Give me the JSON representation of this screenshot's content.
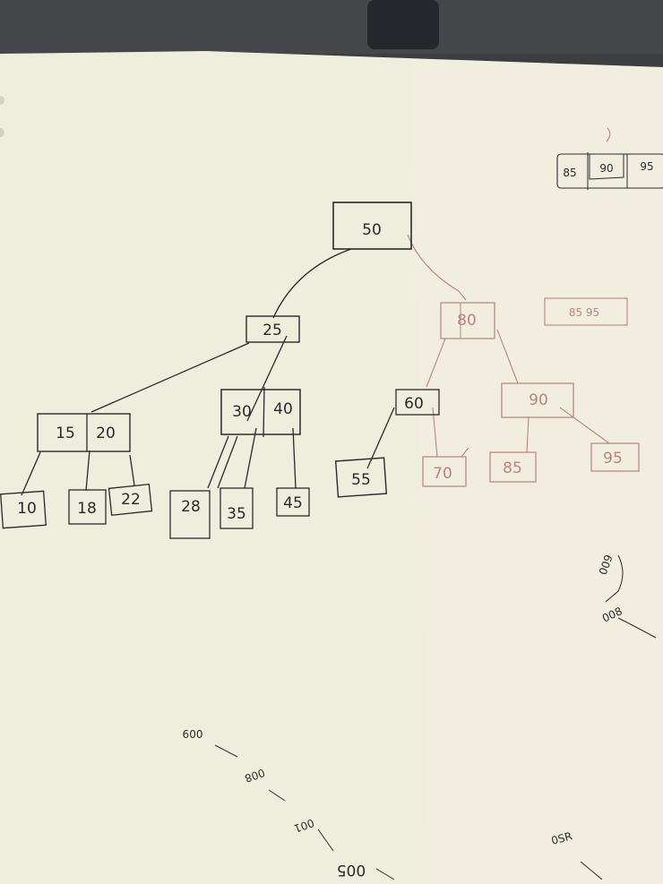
{
  "colors": {
    "desk": "#3b3d41",
    "paper": "#efeedd",
    "paper_shadow": "#d9d8c6",
    "ink_dark": "#2a2a2e",
    "ink_red": "#b8847c"
  },
  "tree": {
    "root": "50",
    "left": {
      "node": "25",
      "a": {
        "keys": [
          "15",
          "20"
        ],
        "leaves": [
          "10",
          "18",
          "22"
        ]
      },
      "b": {
        "keys": [
          "30",
          "40"
        ],
        "leaves": [
          "28",
          "35",
          "45"
        ]
      }
    },
    "right": {
      "node": "80",
      "a": {
        "node": "60",
        "leaves": [
          "55",
          "70"
        ]
      },
      "b": {
        "node": "90",
        "leaves": [
          "85",
          "95"
        ]
      }
    }
  },
  "side_notes": {
    "top_right": [
      "85",
      "90",
      "95"
    ],
    "right_box": "85 95"
  },
  "scribbles": {
    "a": "009",
    "b": "008",
    "c": "009",
    "d": "008",
    "e": "001",
    "f": "005",
    "g": "0SR"
  }
}
